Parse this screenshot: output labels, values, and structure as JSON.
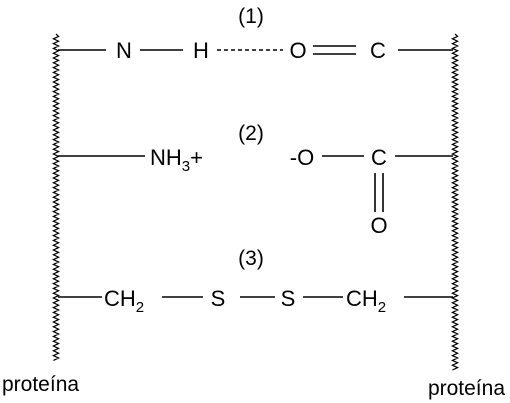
{
  "diagram": {
    "interactions": [
      {
        "number": "(1)",
        "left_atoms": [
          "N",
          "H"
        ],
        "right_atoms": [
          "O",
          "C"
        ]
      },
      {
        "number": "(2)",
        "cation_base": "NH",
        "cation_sub": "3",
        "cation_charge": "+",
        "anion": "-O",
        "carbon": "C",
        "carbonyl_oxygen": "O"
      },
      {
        "number": "(3)",
        "group": "CH",
        "group_sub": "2",
        "sulfur": "S"
      }
    ],
    "protein_label_left": "proteína",
    "protein_label_right": "proteína"
  }
}
